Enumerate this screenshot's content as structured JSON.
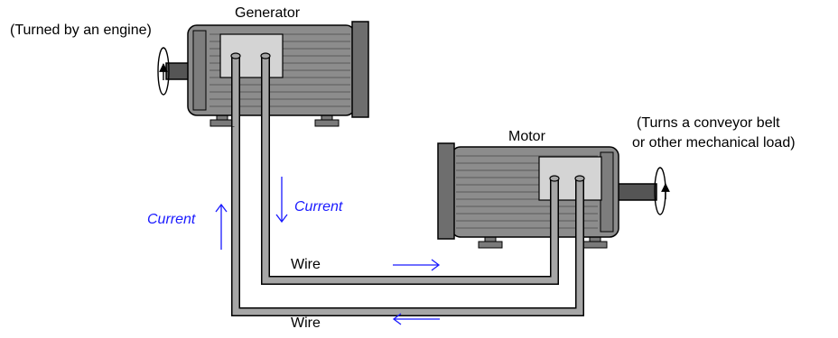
{
  "labels": {
    "generator": "Generator",
    "engine_note": "(Turned by an engine)",
    "motor": "Motor",
    "load_note_line1": "(Turns a conveyor belt",
    "load_note_line2": "or other mechanical load)",
    "wire_top": "Wire",
    "wire_bottom": "Wire",
    "current_left": "Current",
    "current_right": "Current"
  },
  "colors": {
    "machine_body": "#8c8c8c",
    "machine_dark": "#6e6e6e",
    "terminal_box": "#d4d4d4",
    "wire": "#a6a6a6",
    "current_text": "#1a1aff",
    "arrow": "#1a1aff"
  },
  "icons": {
    "generator_shaft_rotation": "rotation-arrow-icon",
    "motor_shaft_rotation": "rotation-arrow-icon",
    "current_up": "arrow-up-icon",
    "current_down": "arrow-down-icon",
    "flow_right": "arrow-right-icon",
    "flow_left": "arrow-left-icon"
  }
}
